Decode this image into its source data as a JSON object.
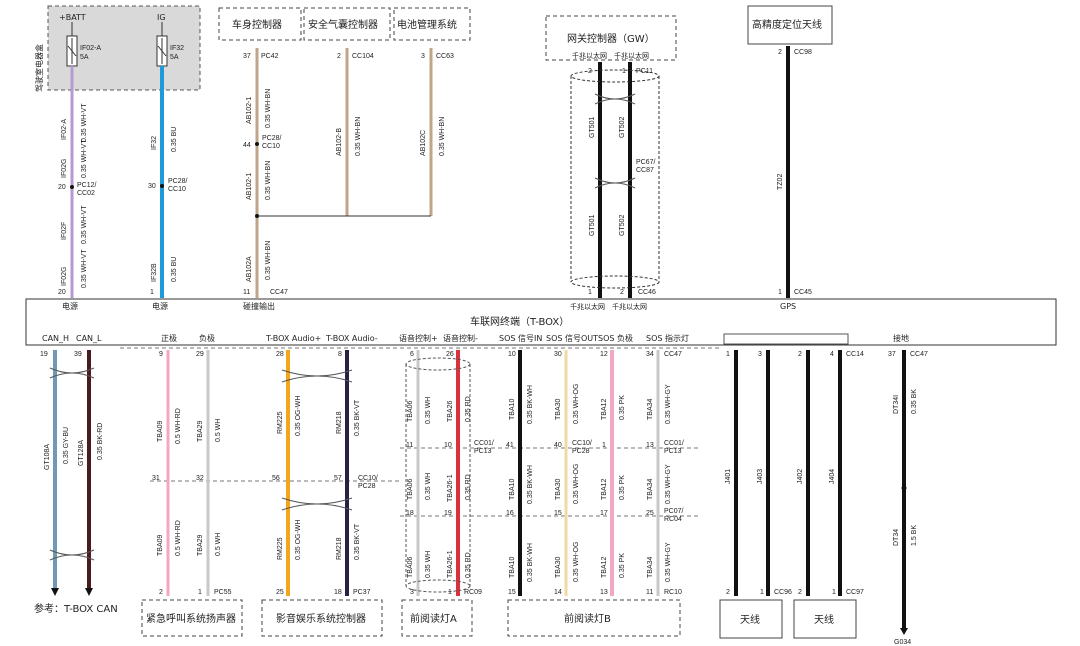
{
  "fuse_box": {
    "title": "驾驶室电器盒",
    "batt_label": "+BATT",
    "ig_label": "IG",
    "fuse1_name": "IF02-A",
    "fuse1_rating": "5A",
    "fuse2_name": "IF32",
    "fuse2_rating": "5A"
  },
  "top_modules": {
    "body": "车身控制器",
    "airbag": "安全气囊控制器",
    "battery": "电池管理系统",
    "gateway": "网关控制器（GW）",
    "gps": "高精度定位天线"
  },
  "tbox": {
    "title": "车联网终端（T-BOX）",
    "top_labels": [
      "电源",
      "电源",
      "碰撞输出",
      "千兆以太网",
      "千兆以太网",
      "GPS"
    ],
    "bottom_labels": [
      "CAN_H",
      "CAN_L",
      "正极",
      "负极",
      "T-BOX Audio+",
      "T-BOX Audio-",
      "语音控制+",
      "语音控制-",
      "SOS 信号IN",
      "SOS 信号OUT",
      "SOS 负极",
      "SOS 指示灯",
      "接地"
    ]
  },
  "wires": {
    "if02a": "IF02-A",
    "w035wvt": "0.35 WH-VT",
    "if02g": "IF02G",
    "if02f": "IF02F",
    "if32": "IF32",
    "w035bu": "0.35 BU",
    "if32b": "IF32B",
    "ab102_1": "AB102-1",
    "w035whbn": "0.35 WH-BN",
    "ab102a": "AB102A",
    "ab102b": "AB102-B",
    "ab102c": "AB102C",
    "gt501": "GT501",
    "gt502": "GT502",
    "tz02": "TZ02",
    "gt108a": "GT108A",
    "w035gybu": "0.35 GY-BU",
    "gt128a": "GT128A",
    "w035bkrd": "0.35 BK-RD",
    "tba09": "TBA09",
    "w05whrd": "0.5 WH-RD",
    "tba29": "TBA29",
    "w05wh": "0.5 WH",
    "rm225": "RM225",
    "w035ogwh": "0.35 OG-WH",
    "rm218": "RM218",
    "w035bkvt": "0.35 BK-VT",
    "tba06": "TBA06",
    "w035wh": "0.35 WH",
    "tba26": "TBA26",
    "tba26_1": "TBA26-1",
    "w035rd": "0.35 RD",
    "tba10": "TBA10",
    "w035bkwh": "0.35 BK-WH",
    "tba30": "TBA30",
    "w035whog": "0.35 WH-OG",
    "tba12": "TBA12",
    "w035pk": "0.35 PK",
    "tba34": "TBA34",
    "w035whgy": "0.35 WH-GY",
    "j401": "J401",
    "j403": "J403",
    "j402": "J402",
    "j404": "J404",
    "dt34i": "DT34I",
    "w035bk": "0.35 BK",
    "dt34": "DT34",
    "w15bk": "1.5 BK"
  },
  "pins": {
    "p37": "37",
    "p44": "44",
    "p2": "2",
    "p3": "3",
    "p20": "20",
    "p30": "30",
    "p1": "1",
    "p11": "11",
    "p19": "19",
    "p39": "39",
    "p9": "9",
    "p29": "29",
    "p28": "28",
    "p8": "8",
    "p6": "6",
    "p26": "26",
    "p10": "10",
    "p12": "12",
    "p34": "34",
    "p31": "31",
    "p32": "32",
    "p56": "56",
    "p57": "57",
    "p41": "41",
    "p40": "40",
    "p13": "13",
    "p18": "18",
    "p16": "16",
    "p15": "15",
    "p17": "17",
    "p25": "25",
    "p4": "4",
    "p14": "14"
  },
  "connectors": {
    "pc42": "PC42",
    "pc28cc10": "PC28/\nCC10",
    "cc104": "CC104",
    "cc63": "CC63",
    "pc12cc02": "PC12/\nCC02",
    "pc28cc10b": "PC28/\nCC10",
    "pc11": "PC11",
    "pc67cc87": "PC67/\nCC87",
    "cc98": "CC98",
    "cc47": "CC47",
    "cc46": "CC46",
    "cc45": "CC45",
    "cc14": "CC14",
    "cc01pc13": "CC01/\nPC13",
    "cc10pc28": "CC10/\nPC28",
    "pc07rc04": "PC07/\nRC04",
    "pc55": "PC55",
    "pc37": "PC37",
    "rc09": "RC09",
    "rc10": "RC10",
    "cc96": "CC96",
    "cc97": "CC97",
    "g034": "G034"
  },
  "bottom_modules": {
    "ref": "参考：T-BOX CAN",
    "speaker": "紧急呼叫系统扬声器",
    "infotainment": "影音娱乐系统控制器",
    "lampA": "前阅读灯A",
    "lampB": "前阅读灯B",
    "antenna1": "天线",
    "antenna2": "天线"
  },
  "colors": {
    "violet": "#b49ad0",
    "blue": "#1f9ad6",
    "brown": "#bfa689",
    "black": "#111111",
    "gray_blue": "#6e9ab8",
    "dark_red": "#4a1a1c",
    "red": "#d8323c",
    "pink": "#f2a8c4",
    "orange": "#f2a61a",
    "dark_violet": "#2a1f44",
    "gray": "#c8c8c8",
    "box_gray": "#d9d9d9"
  }
}
